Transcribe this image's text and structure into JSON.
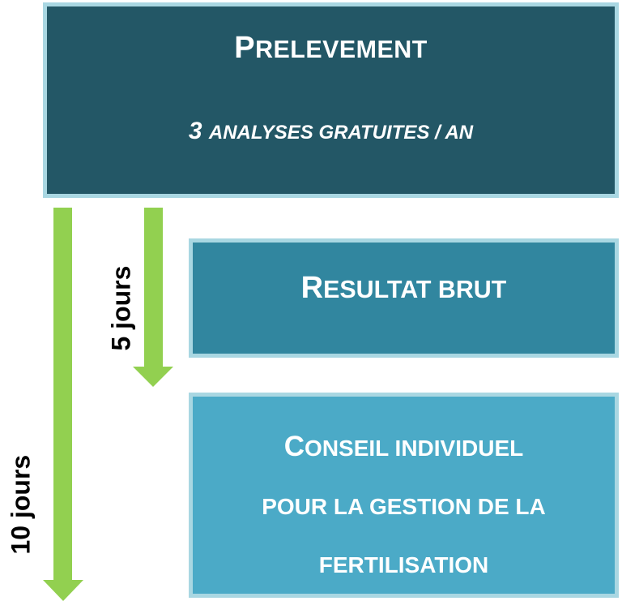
{
  "boxes": {
    "top": {
      "title_first": "P",
      "title_rest": "RELEVEMENT",
      "subtitle_num": "3",
      "subtitle_rest": "ANALYSES GRATUITES / AN"
    },
    "middle": {
      "title_first": "R",
      "title_rest": "ESULTAT BRUT"
    },
    "bottom": {
      "line1_first": "C",
      "line1_rest": "ONSEIL INDIVIDUEL",
      "line2": "POUR LA GESTION DE LA",
      "line3": "FERTILISATION"
    }
  },
  "arrows": {
    "short": {
      "label": "5 jours"
    },
    "long": {
      "label": "10 jours"
    }
  },
  "colors": {
    "top_box": "#235766",
    "middle_box": "#31869f",
    "bottom_box": "#4baac7",
    "box_border": "#a9d7e2",
    "arrow": "#92d050"
  }
}
